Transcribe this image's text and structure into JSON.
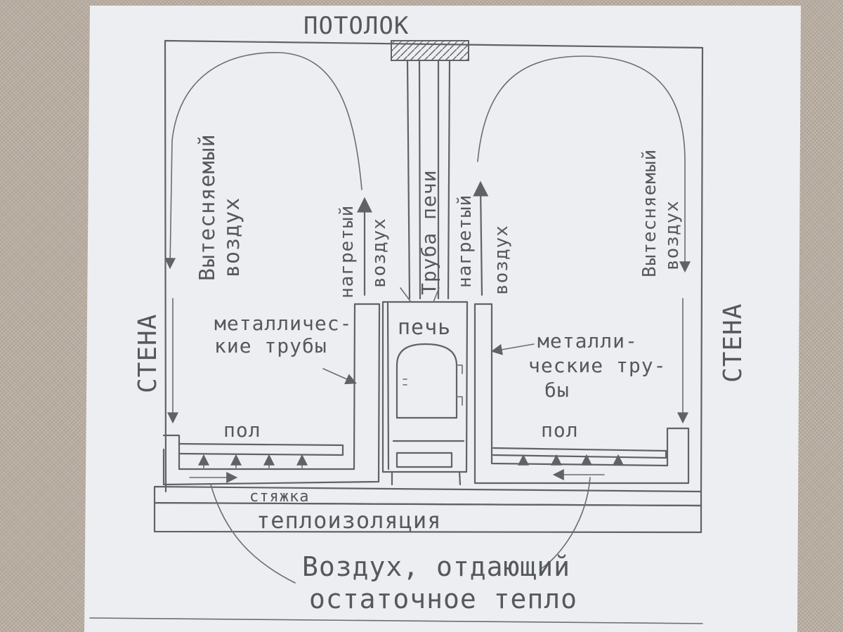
{
  "labels": {
    "ceiling": "ПОТОЛОК",
    "wall_left": "СТЕНА",
    "wall_right": "СТЕНА",
    "displaced_left_1": "Вытесняемый",
    "displaced_left_2": "воздух",
    "displaced_right_1": "Вытесняемый",
    "displaced_right_2": "воздух",
    "heated_left_1": "нагретый",
    "heated_left_2": "воздух",
    "heated_right_1": "нагретый",
    "heated_right_2": "воздух",
    "chimney": "Труба печи",
    "stove": "печь",
    "metal_pipes_left_1": "металличес-",
    "metal_pipes_left_2": "кие трубы",
    "metal_pipes_right_1": "металли-",
    "metal_pipes_right_2": "ческие тру-",
    "metal_pipes_right_3": "бы",
    "floor_left": "пол",
    "floor_right": "пол",
    "screed": "стяжка",
    "insulation": "теплоизоляция",
    "residual_air_1": "Воздух, отдающий",
    "residual_air_2": "остаточное тепло"
  },
  "colors": {
    "paper": "#eceef1",
    "pencil": "#5f6266",
    "background": "#bdb1a4"
  }
}
